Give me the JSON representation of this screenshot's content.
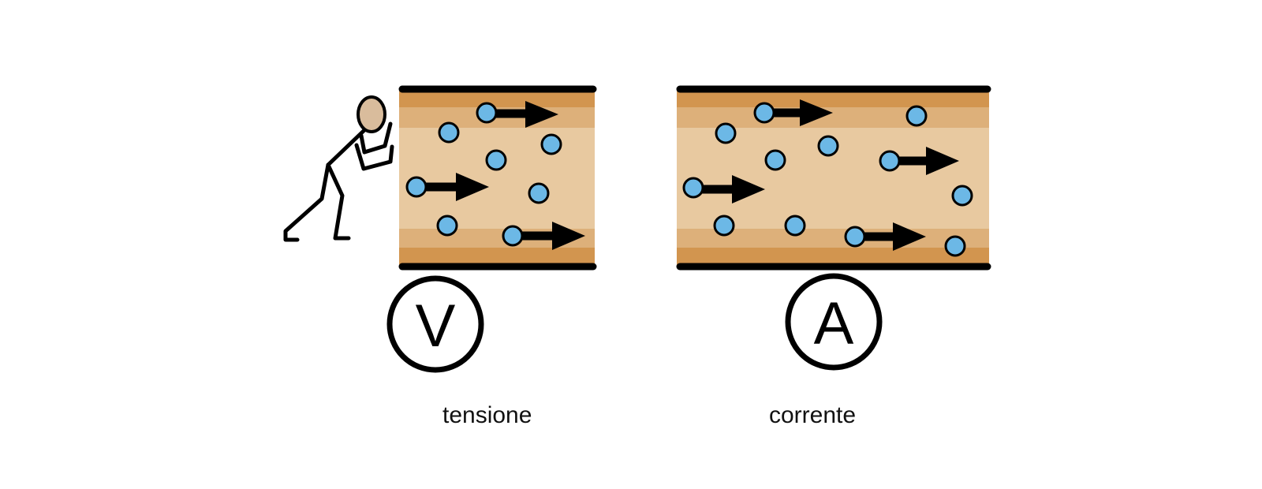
{
  "colors": {
    "tube_outer_band": "#D2954F",
    "tube_mid_band": "#DDB07A",
    "tube_core": "#E8C9A0",
    "tube_wall": "#000000",
    "electron_fill": "#6CB8E6",
    "electron_stroke": "#000000",
    "arrow": "#000000",
    "person_head": "#D9BC9C",
    "background": "#FFFFFF"
  },
  "icons": {
    "person": "pushing-person-icon",
    "meter_voltage": "voltmeter-icon",
    "meter_current": "ammeter-icon"
  },
  "panels": [
    {
      "id": "voltage",
      "symbol": "V",
      "caption": "tensione"
    },
    {
      "id": "current",
      "symbol": "A",
      "caption": "corrente"
    }
  ]
}
